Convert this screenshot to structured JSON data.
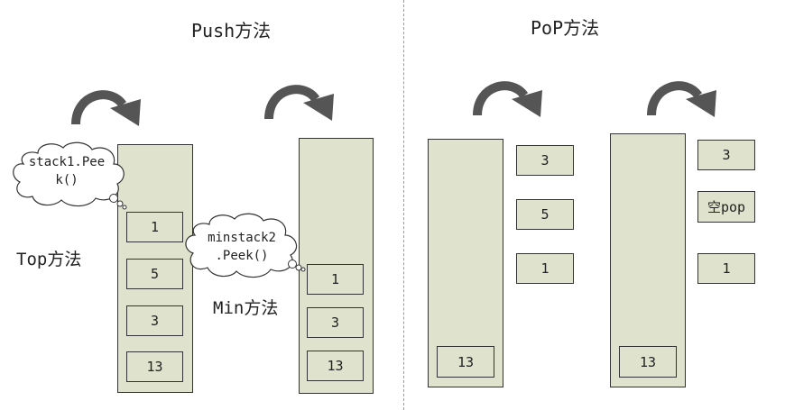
{
  "titles": {
    "push": "Push方法",
    "pop": "PoP方法"
  },
  "labels": {
    "top": "Top方法",
    "min": "Min方法"
  },
  "clouds": {
    "stack1": {
      "line1": "stack1.Pee",
      "line2": "k()"
    },
    "minstack2": {
      "line1": "minstack2",
      "line2": ".Peek()"
    }
  },
  "push_stack1": [
    "1",
    "5",
    "3",
    "13"
  ],
  "push_minstack": [
    "1",
    "3",
    "13"
  ],
  "pop_stack1": {
    "remaining": "13",
    "popped": [
      "3",
      "5",
      "1"
    ]
  },
  "pop_minstack": {
    "remaining": "13",
    "popped": [
      "3",
      "空pop",
      "1"
    ]
  },
  "colors": {
    "stack_fill": "#dfe2cc",
    "arrow": "#555555",
    "border": "#333333"
  },
  "icons": {
    "rotate": "curved-arrow-icon",
    "thought": "thought-cloud"
  }
}
